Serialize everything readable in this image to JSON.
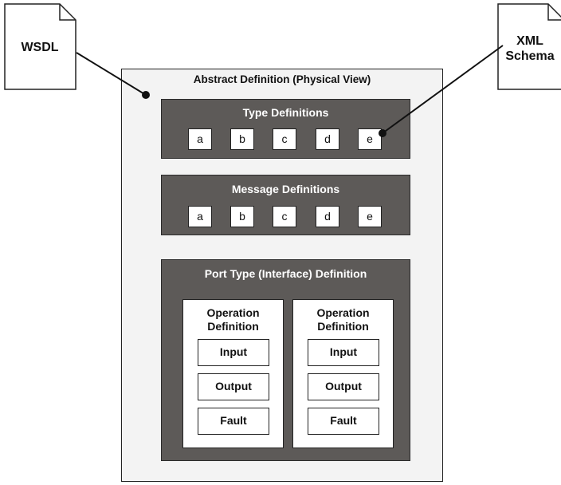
{
  "wsdl_doc": {
    "label": "WSDL"
  },
  "xml_doc": {
    "label_line1": "XML",
    "label_line2": "Schema"
  },
  "abstract": {
    "title": "Abstract Definition (Physical View)"
  },
  "types": {
    "title": "Type Definitions",
    "items": [
      "a",
      "b",
      "c",
      "d",
      "e"
    ]
  },
  "messages": {
    "title": "Message Definitions",
    "items": [
      "a",
      "b",
      "c",
      "d",
      "e"
    ]
  },
  "port_type": {
    "title": "Port Type (Interface) Definition",
    "operations": [
      {
        "title_line1": "Operation",
        "title_line2": "Definition",
        "input": "Input",
        "output": "Output",
        "fault": "Fault"
      },
      {
        "title_line1": "Operation",
        "title_line2": "Definition",
        "input": "Input",
        "output": "Output",
        "fault": "Fault"
      }
    ]
  }
}
